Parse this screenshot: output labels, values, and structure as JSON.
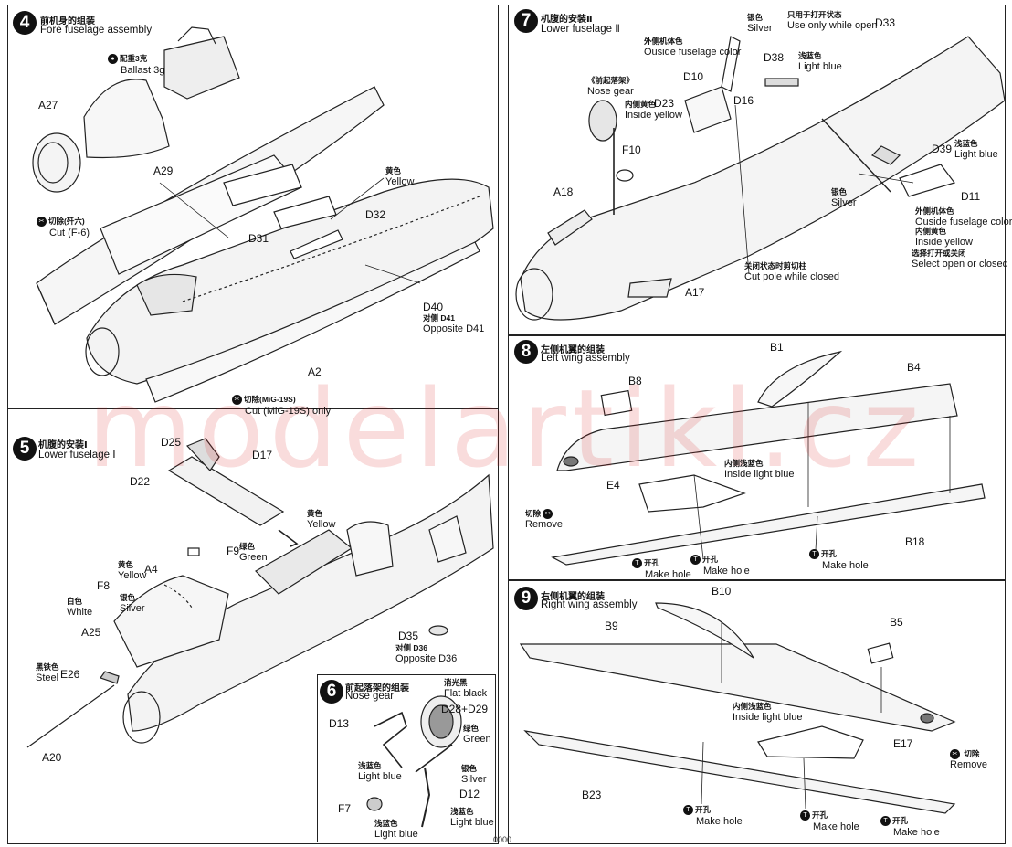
{
  "steps": {
    "s4": {
      "num": "4",
      "cn": "前机身的组装",
      "en": "Fore fuselage assembly"
    },
    "s5": {
      "num": "5",
      "cn": "机腹的安装Ⅰ",
      "en": "Lower fuselage Ⅰ"
    },
    "s6": {
      "num": "6",
      "cn": "前起落架的组装",
      "en": "Nose gear"
    },
    "s7": {
      "num": "7",
      "cn": "机腹的安装Ⅱ",
      "en": "Lower fuselage Ⅱ"
    },
    "s8": {
      "num": "8",
      "cn": "左侧机翼的组装",
      "en": "Left wing assembly"
    },
    "s9": {
      "num": "9",
      "cn": "右侧机翼的组装",
      "en": "Right wing assembly"
    }
  },
  "s4": {
    "ballast_cn": "配重3克",
    "ballast_en": "Ballast 3g",
    "a27": "A27",
    "a29": "A29",
    "a2": "A2",
    "cut_cn": "切除(歼六)",
    "cut_en": "Cut (F-6)",
    "yellow_cn": "黄色",
    "yellow_en": "Yellow",
    "d32": "D32",
    "d31": "D31",
    "d40": "D40",
    "opp_cn": "对侧 D41",
    "opp_en": "Opposite D41",
    "cutmig_cn": "切除(MiG-19S)",
    "cutmig_en": "Cut (MiG-19S) only"
  },
  "s5": {
    "d25": "D25",
    "d17": "D17",
    "d22": "D22",
    "yellow_cn": "黄色",
    "yellow_en": "Yellow",
    "f9": "F9",
    "green_cn": "绿色",
    "green_en": "Green",
    "a4": "A4",
    "yellow2_cn": "黄色",
    "yellow2_en": "Yellow",
    "f8": "F8",
    "white_cn": "白色",
    "white_en": "White",
    "silver_cn": "银色",
    "silver_en": "Silver",
    "a25": "A25",
    "steel_cn": "黑铁色",
    "steel_en": "Steel",
    "e26": "E26",
    "a20": "A20",
    "d35": "D35",
    "opp_cn": "对侧 D36",
    "opp_en": "Opposite D36"
  },
  "s6": {
    "flat_cn": "消光黑",
    "flat_en": "Flat black",
    "d28": "D28+D29",
    "d13": "D13",
    "green_cn": "绿色",
    "green_en": "Green",
    "lb_cn": "浅蓝色",
    "lb_en": "Light blue",
    "silver_cn": "银色",
    "silver_en": "Silver",
    "d12": "D12",
    "f7": "F7",
    "lb2_cn": "浅蓝色",
    "lb2_en": "Light blue",
    "lb3_cn": "浅蓝色",
    "lb3_en": "Light blue"
  },
  "s7": {
    "silver_cn": "银色",
    "silver_en": "Silver",
    "open_cn": "只用于打开状态",
    "open_en": "Use only while open",
    "d33": "D33",
    "ofc_cn": "外侧机体色",
    "ofc_en": "Ouside fuselage color",
    "d38": "D38",
    "lb_cn": "浅蓝色",
    "lb_en": "Light blue",
    "ng_cn": "《前起落架》",
    "ng_en": "Nose gear",
    "d10": "D10",
    "d23": "D23",
    "iy_cn": "内侧黄色",
    "iy_en": "Inside yellow",
    "d16": "D16",
    "f10": "F10",
    "d39": "D39",
    "lb2_cn": "浅蓝色",
    "lb2_en": "Light blue",
    "a18": "A18",
    "silver2_cn": "银色",
    "silver2_en": "Silver",
    "d11": "D11",
    "ofc2_cn": "外侧机体色",
    "ofc2_en": "Ouside fuselage color",
    "iy2_cn": "内侧黄色",
    "iy2_en": "Inside yellow",
    "sel_cn": "选择打开或关闭",
    "sel_en": "Select open or closed",
    "cut_cn": "关闭状态时剪切柱",
    "cut_en": "Cut pole while closed",
    "a17": "A17"
  },
  "s8": {
    "b1": "B1",
    "b4": "B4",
    "b8": "B8",
    "e4": "E4",
    "b18": "B18",
    "ilb_cn": "内侧浅蓝色",
    "ilb_en": "Inside light blue",
    "remove_cn": "切除",
    "remove_en": "Remove",
    "hole_cn": "开孔",
    "hole_en": "Make hole"
  },
  "s9": {
    "b10": "B10",
    "b9": "B9",
    "b5": "B5",
    "e17": "E17",
    "b23": "B23",
    "ilb_cn": "内侧浅蓝色",
    "ilb_en": "Inside light blue",
    "remove_cn": "切除",
    "remove_en": "Remove",
    "hole_cn": "开孔",
    "hole_en": "Make hole"
  },
  "watermark": "modelartikl.cz",
  "footer": "0000",
  "icons": {
    "cut": "cut-icon",
    "drill": "drill-icon",
    "weight": "weight-icon"
  }
}
